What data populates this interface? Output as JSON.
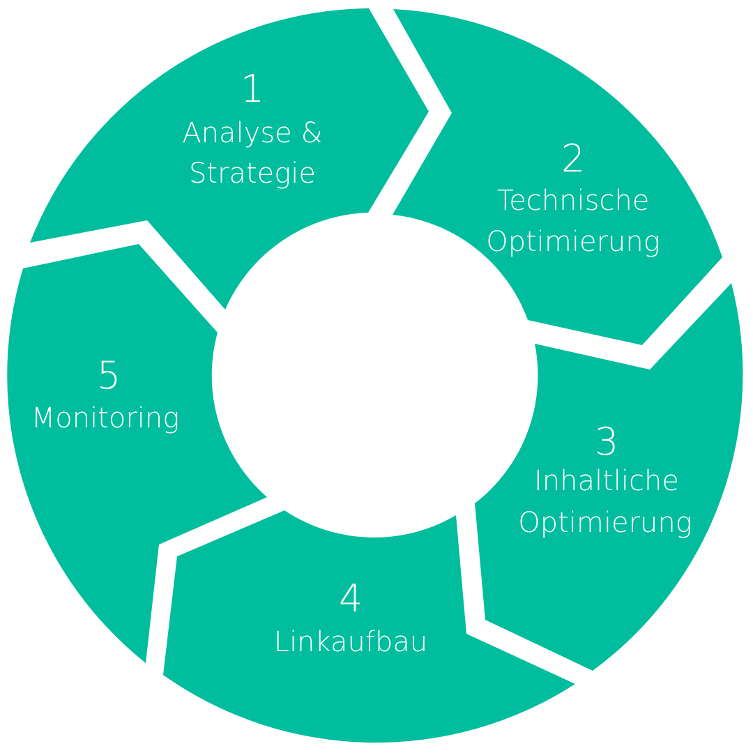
{
  "colors": {
    "segment_fill": "#00BD9D",
    "text": "#FFFFFF",
    "background": "#FFFFFF"
  },
  "steps": [
    {
      "number": "1",
      "label_line1": "Analyse &",
      "label_line2": "Strategie"
    },
    {
      "number": "2",
      "label_line1": "Technische",
      "label_line2": "Optimierung"
    },
    {
      "number": "3",
      "label_line1": "Inhaltliche",
      "label_line2": "Optimierung"
    },
    {
      "number": "4",
      "label_line1": "Linkaufbau"
    },
    {
      "number": "5",
      "label_line1": "Monitoring"
    }
  ]
}
